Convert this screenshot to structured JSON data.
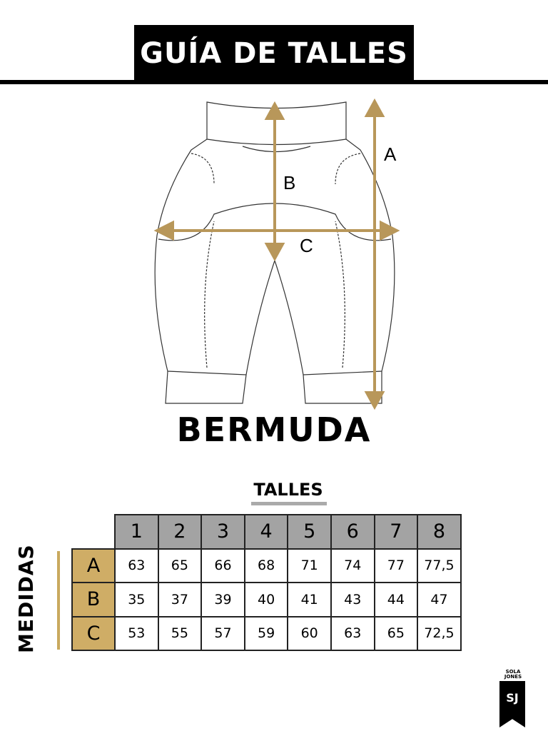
{
  "header": {
    "title": "GUÍA DE TALLES"
  },
  "diagram": {
    "labels": {
      "a": "A",
      "b": "B",
      "c": "C"
    },
    "accent": "#b8975a"
  },
  "product": {
    "name": "BERMUDA"
  },
  "table": {
    "title": "TALLES",
    "row_group_label": "MEDIDAS",
    "sizes": [
      "1",
      "2",
      "3",
      "4",
      "5",
      "6",
      "7",
      "8"
    ],
    "rows": [
      {
        "label": "A",
        "values": [
          "63",
          "65",
          "66",
          "68",
          "71",
          "74",
          "77",
          "77,5"
        ]
      },
      {
        "label": "B",
        "values": [
          "35",
          "37",
          "39",
          "40",
          "41",
          "43",
          "44",
          "47"
        ]
      },
      {
        "label": "C",
        "values": [
          "53",
          "55",
          "57",
          "59",
          "60",
          "63",
          "65",
          "72,5"
        ]
      }
    ]
  },
  "brand": {
    "line1": "SOLA",
    "line2": "JONES",
    "mark": "SJ"
  }
}
